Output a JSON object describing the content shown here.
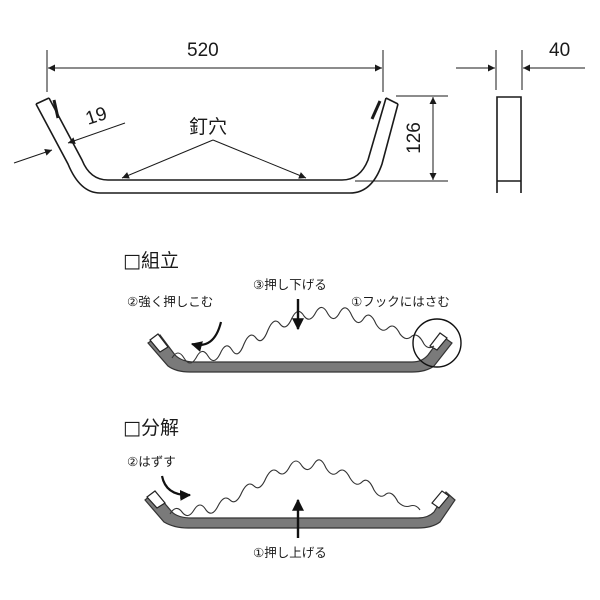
{
  "dimensions": {
    "width": "520",
    "thickness": "19",
    "height": "126",
    "depth": "40",
    "nail_holes_label": "釘穴"
  },
  "assembly": {
    "title": "□組立",
    "steps": [
      {
        "label": "①フックにはさむ"
      },
      {
        "label": "②強く押しこむ"
      },
      {
        "label": "③押し下げる"
      }
    ]
  },
  "disassembly": {
    "title": "□分解",
    "steps": [
      {
        "label": "①押し上げる"
      },
      {
        "label": "②はずす"
      }
    ]
  },
  "colors": {
    "line": "#1a1a1a",
    "frame_fill": "#7a7a7a",
    "frame_edge": "#333333"
  }
}
